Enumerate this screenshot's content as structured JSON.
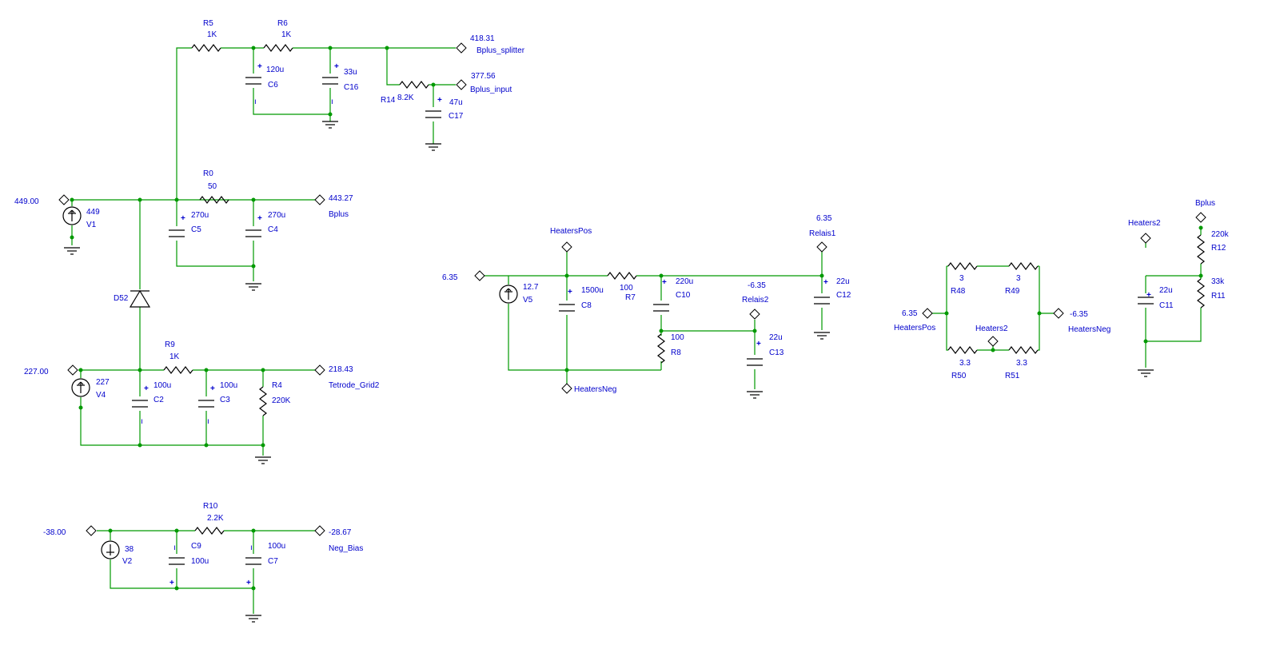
{
  "colors": {
    "wire": "#009900",
    "label": "#0000cc",
    "component": "#000000",
    "polarity": "#dd0000",
    "junction": "#009900"
  },
  "labels": {
    "r5": "R5",
    "r5v": "1K",
    "r6": "R6",
    "r6v": "1K",
    "c6v": "120u",
    "c6": "C6",
    "c16v": "33u",
    "c16": "C16",
    "split_v": "418.31",
    "split": "Bplus_splitter",
    "in_v": "377.56",
    "in": "Bplus_input",
    "r14": "R14",
    "r14v": "8.2K",
    "c17v": "47u",
    "c17": "C17",
    "n449": "449.00",
    "v1v": "449",
    "v1": "V1",
    "r0": "R0",
    "r0v": "50",
    "c5v": "270u",
    "c5": "C5",
    "c4v": "270u",
    "c4": "C4",
    "bplus_v": "443.27",
    "bplus": "Bplus",
    "d52": "D52",
    "n227": "227.00",
    "v4v": "227",
    "v4": "V4",
    "r9": "R9",
    "r9v": "1K",
    "c2v": "100u",
    "c2": "C2",
    "c3v": "100u",
    "c3": "C3",
    "r4": "R4",
    "r4v": "220K",
    "grid2_v": "218.43",
    "grid2": "Tetrode_Grid2",
    "n38": "-38.00",
    "v2v": "38",
    "v2": "V2",
    "r10": "R10",
    "r10v": "2.2K",
    "c9": "C9",
    "c9v": "100u",
    "c7v": "100u",
    "c7": "C7",
    "bias_v": "-28.67",
    "bias": "Neg_Bias",
    "n635": "6.35",
    "v5v": "12.7",
    "v5": "V5",
    "hpos": "HeatersPos",
    "c8v": "1500u",
    "c8": "C8",
    "r7v": "100",
    "r7": "R7",
    "c10v": "220u",
    "c10": "C10",
    "r8v": "100",
    "r8": "R8",
    "hneg": "HeatersNeg",
    "relais1_v": "6.35",
    "relais1": "Relais1",
    "c12v": "22u",
    "c12": "C12",
    "relais2_v": "-6.35",
    "relais2": "Relais2",
    "c13v": "22u",
    "c13": "C13",
    "b_n635": "6.35",
    "b_hpos": "HeatersPos",
    "r48v": "3",
    "r48": "R48",
    "r49v": "3",
    "r49": "R49",
    "b_h2": "Heaters2",
    "b_nneg": "-6.35",
    "b_hneg": "HeatersNeg",
    "r50v": "3.3",
    "r50": "R50",
    "r51v": "3.3",
    "r51": "R51",
    "h2_top": "Heaters2",
    "bplus2": "Bplus",
    "r12v": "220k",
    "r12": "R12",
    "c11v": "22u",
    "c11": "C11",
    "r11v": "33k",
    "r11": "R11"
  }
}
